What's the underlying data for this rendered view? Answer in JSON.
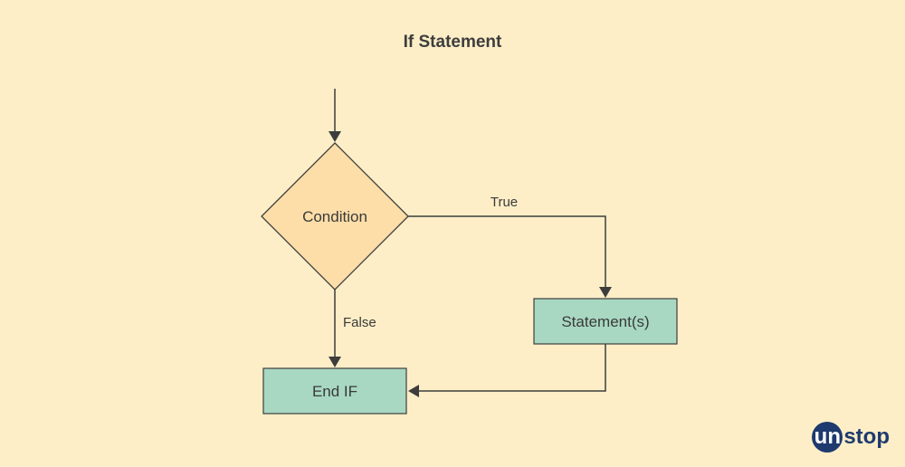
{
  "title": "If Statement",
  "nodes": {
    "condition": "Condition",
    "statements": "Statement(s)",
    "end_if": "End IF"
  },
  "edges": {
    "true_label": "True",
    "false_label": "False"
  },
  "logo": {
    "circle_text": "un",
    "rest_text": "stop"
  },
  "colors": {
    "background": "#fdeec7",
    "decision_fill": "#fddea8",
    "process_fill": "#a8d8c2",
    "stroke": "#3d3d3d",
    "logo": "#1e3a6e"
  }
}
